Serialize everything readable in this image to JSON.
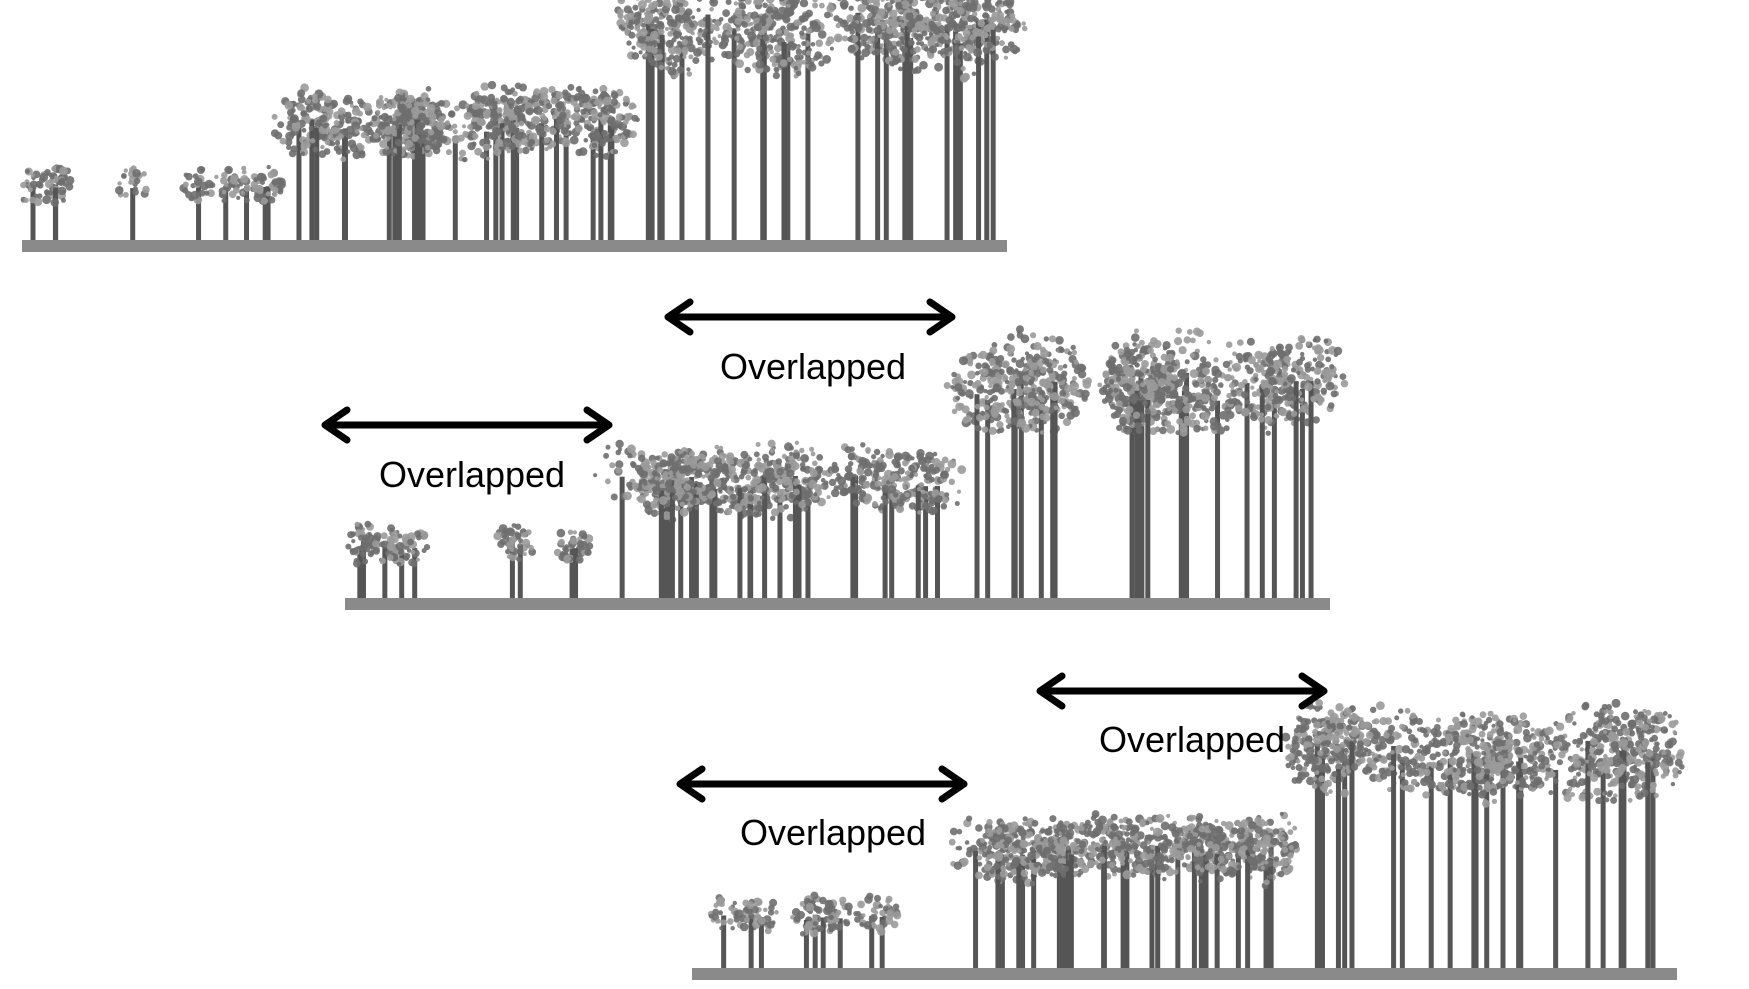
{
  "labels": {
    "overlap_1": "Overlapped",
    "overlap_2": "Overlapped",
    "overlap_3": "Overlapped",
    "overlap_4": "Overlapped"
  },
  "colors": {
    "ground": "#8a8a8a",
    "trunk": "#555555",
    "foliage": "#6e6e6e",
    "foliage_light": "#9a9a9a",
    "arrow": "#000000"
  }
}
